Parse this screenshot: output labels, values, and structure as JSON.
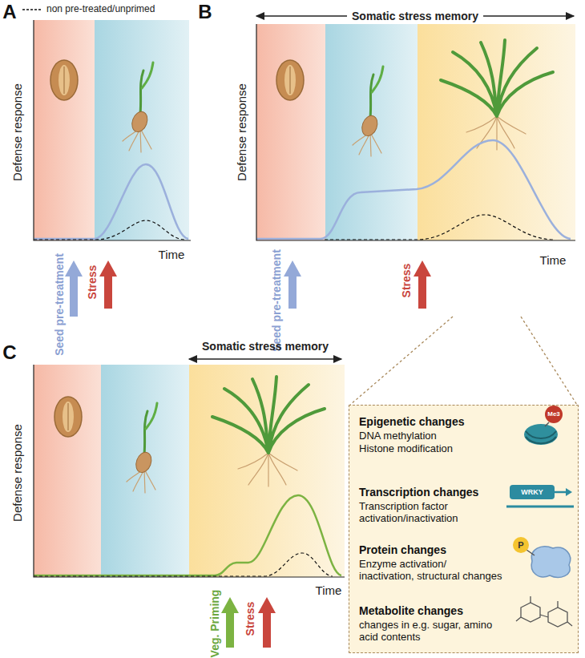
{
  "diagram": {
    "nodes": [
      {
        "text": [
          "Epigenetic changes",
          "DNA methylation",
          "Histone modification",
          "Transcription changes",
          "Transcription factor activation/inactivation",
          "Protein changes",
          "Enzyme activation/ inactivation, structural changes",
          "Metabolite changes",
          "changes in e.g. sugar, amino acid contents"
        ]
      }
    ],
    "labels": [
      "A",
      "Defense response",
      "Time",
      "Seed pre-treatment",
      "Stress",
      "B",
      "Somatic stress memory",
      "Defense response",
      "Time",
      "Seed pre-treatment",
      "Stress",
      "C",
      "Somatic stress memory",
      "Defense response",
      "Time",
      "Veg. Priming",
      "Stress",
      "Me3",
      "WRKY",
      "P"
    ],
    "legend": [
      {
        "text": "non pre-treated/unprimed"
      }
    ]
  }
}
